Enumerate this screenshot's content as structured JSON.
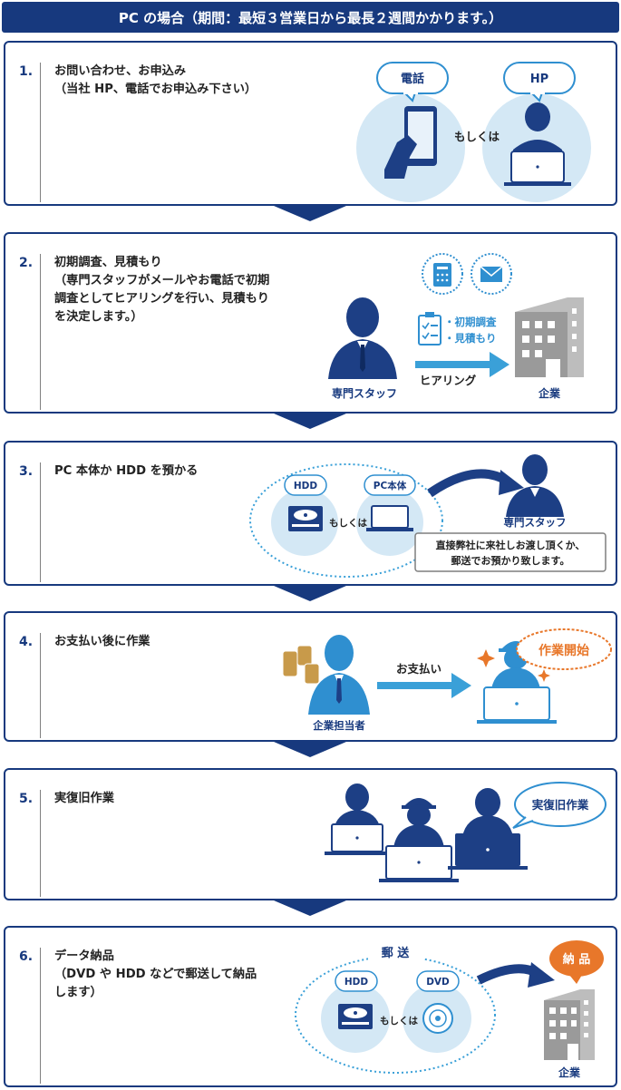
{
  "header": {
    "title": "PC の場合（期間：最短３営業日から最長２週間かかります。）"
  },
  "steps": [
    {
      "number": "1.",
      "text": "お問い合わせ、お申込み\n（当社 HP、電話でお申込み下さい）",
      "bubble_phone": "電話",
      "bubble_hp": "HP",
      "or_text": "もしくは"
    },
    {
      "number": "2.",
      "text": "初期調査、見積もり\n（専門スタッフがメールやお電話で初期\n調査としてヒアリングを行い、見積もり\nを決定します。）",
      "staff_label": "専門スタッフ",
      "company_label": "企業",
      "check_1": "・初期調査",
      "check_2": "・見積もり",
      "arrow_label": "ヒアリング"
    },
    {
      "number": "3.",
      "text": "PC 本体か HDD を預かる",
      "bubble_hdd": "HDD",
      "bubble_pc": "PC本体",
      "or_text": "もしくは",
      "staff_label": "専門スタッフ",
      "note_line1": "直接弊社に来社しお渡し頂くか、",
      "note_line2": "郵送でお預かり致します。"
    },
    {
      "number": "4.",
      "text": "お支払い後に作業",
      "person_label": "企業担当者",
      "arrow_label": "お支払い",
      "bubble_start": "作業開始"
    },
    {
      "number": "5.",
      "text": "実復旧作業",
      "bubble_work": "実復旧作業"
    },
    {
      "number": "6.",
      "text": "データ納品\n（DVD や HDD などで郵送して納品\nします）",
      "mail_label": "郵 送",
      "bubble_hdd": "HDD",
      "bubble_dvd": "DVD",
      "or_text": "もしくは",
      "badge": "納 品",
      "company_label": "企業"
    }
  ],
  "colors": {
    "navy": "#17397e",
    "dark_person": "#1d3f85",
    "light_person": "#2f8fd0",
    "circle": "#d4e8f5",
    "arrow": "#3aa0d8",
    "orange": "#e8772a",
    "building": "#9a9a9a"
  }
}
